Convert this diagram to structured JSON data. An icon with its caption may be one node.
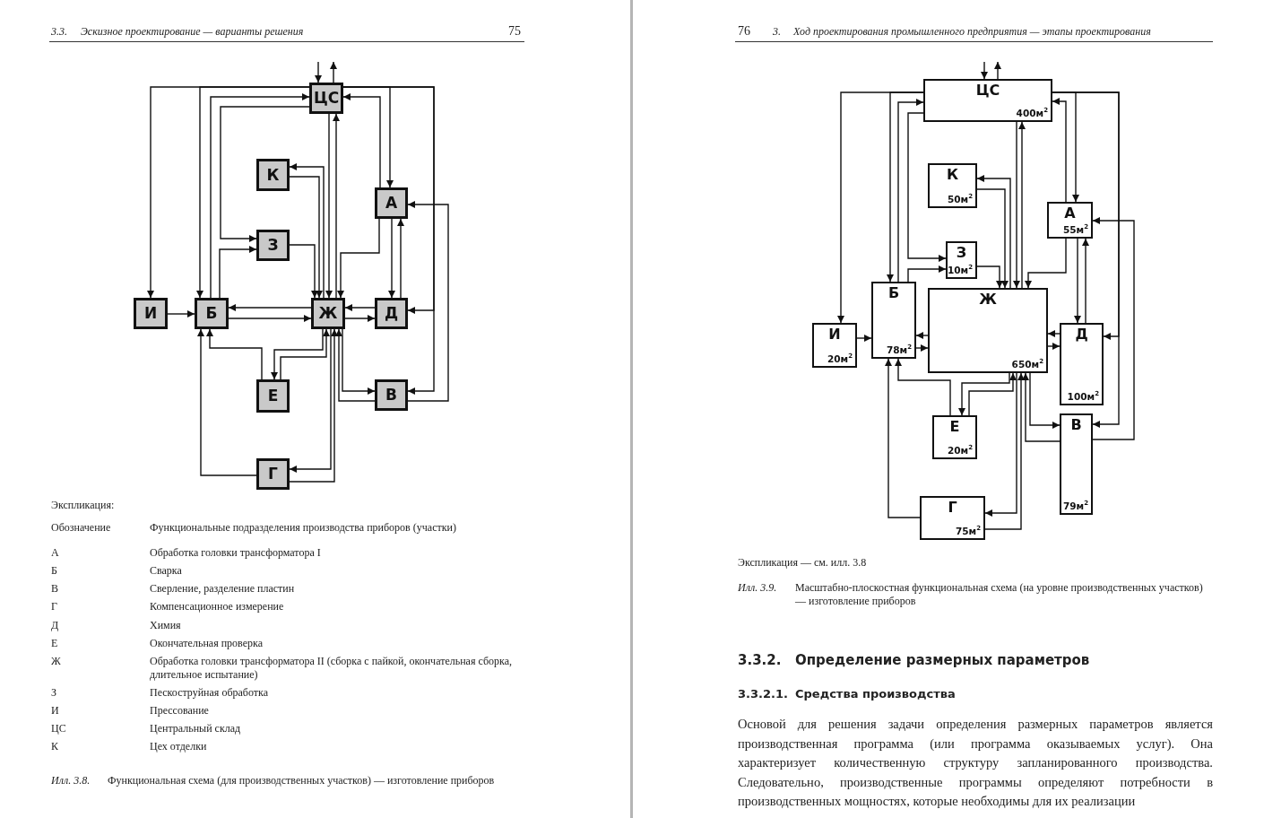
{
  "diagram": {
    "nodes": [
      {
        "text": [
          "ЦС"
        ]
      },
      {
        "text": [
          "К"
        ]
      },
      {
        "text": [
          "А"
        ]
      },
      {
        "text": [
          "З"
        ]
      },
      {
        "text": [
          "И"
        ]
      },
      {
        "text": [
          "Б"
        ]
      },
      {
        "text": [
          "Ж"
        ]
      },
      {
        "text": [
          "Д"
        ]
      },
      {
        "text": [
          "Е"
        ]
      },
      {
        "text": [
          "В"
        ]
      },
      {
        "text": [
          "Г"
        ]
      },
      {
        "text": [
          "ЦС",
          "400м$^{2}$"
        ]
      },
      {
        "text": [
          "К",
          "50м$^{2}$"
        ]
      },
      {
        "text": [
          "А",
          "55м$^{2}$"
        ]
      },
      {
        "text": [
          "З",
          "10м$^{2}$"
        ]
      },
      {
        "text": [
          "И",
          "20м$^{2}$"
        ]
      },
      {
        "text": [
          "Б",
          "78м$^{2}$"
        ]
      },
      {
        "text": [
          "Ж",
          "650м$^{2}$"
        ]
      },
      {
        "text": [
          "Д",
          "100м$^{2}$"
        ]
      },
      {
        "text": [
          "Е",
          "20м$^{2}$"
        ]
      },
      {
        "text": [
          "В",
          "79м$^{2}$"
        ]
      },
      {
        "text": [
          "Г",
          "75м$^{2}$"
        ]
      }
    ],
    "edges": [
      {
        "from": 0,
        "to": 4,
        "arrow": "to"
      },
      {
        "from": 0,
        "to": 5,
        "arrow": "to"
      },
      {
        "from": 5,
        "to": 0,
        "arrow": "to"
      },
      {
        "from": 0,
        "to": 3,
        "arrow": "to"
      },
      {
        "from": 5,
        "to": 3,
        "arrow": "to"
      },
      {
        "from": 6,
        "to": 1,
        "arrow": "to"
      },
      {
        "from": 1,
        "to": 6,
        "arrow": "to"
      },
      {
        "from": 3,
        "to": 6,
        "arrow": "to"
      },
      {
        "from": 0,
        "to": 6,
        "arrow": "to"
      },
      {
        "from": 6,
        "to": 0,
        "arrow": "to"
      },
      {
        "from": 0,
        "to": 2,
        "arrow": "to"
      },
      {
        "from": 2,
        "to": 0,
        "arrow": "to"
      },
      {
        "from": 2,
        "to": 6,
        "arrow": "to"
      },
      {
        "from": 2,
        "to": 7,
        "arrow": "to"
      },
      {
        "from": 7,
        "to": 2,
        "arrow": "to"
      },
      {
        "from": 0,
        "to": 7,
        "arrow": "to"
      },
      {
        "from": 0,
        "to": 9,
        "arrow": "to"
      },
      {
        "from": 9,
        "to": 2,
        "arrow": "to"
      },
      {
        "from": 4,
        "to": 5,
        "arrow": "to"
      },
      {
        "from": 6,
        "to": 5,
        "arrow": "to"
      },
      {
        "from": 5,
        "to": 6,
        "arrow": "to"
      },
      {
        "from": 7,
        "to": 6,
        "arrow": "to"
      },
      {
        "from": 6,
        "to": 7,
        "arrow": "to"
      },
      {
        "from": 8,
        "to": 5,
        "arrow": "to"
      },
      {
        "from": 6,
        "to": 8,
        "arrow": "to"
      },
      {
        "from": 8,
        "to": 6,
        "arrow": "to"
      },
      {
        "from": 6,
        "to": 9,
        "arrow": "to"
      },
      {
        "from": 9,
        "to": 6,
        "arrow": "to"
      },
      {
        "from": 6,
        "to": 10,
        "arrow": "to"
      },
      {
        "from": 10,
        "to": 6,
        "arrow": "to"
      },
      {
        "from": 10,
        "to": 5,
        "arrow": "to"
      },
      {
        "from": null,
        "to": 0,
        "arrow": "to"
      },
      {
        "from": 0,
        "to": null,
        "arrow": "to"
      },
      {
        "from": 11,
        "to": 15,
        "arrow": "to"
      },
      {
        "from": 11,
        "to": 16,
        "arrow": "to"
      },
      {
        "from": 16,
        "to": 11,
        "arrow": "to"
      },
      {
        "from": 11,
        "to": 14,
        "arrow": "to"
      },
      {
        "from": 16,
        "to": 14,
        "arrow": "to"
      },
      {
        "from": 17,
        "to": 12,
        "arrow": "to"
      },
      {
        "from": 12,
        "to": 17,
        "arrow": "to"
      },
      {
        "from": 14,
        "to": 17,
        "arrow": "to"
      },
      {
        "from": 11,
        "to": 17,
        "arrow": "to"
      },
      {
        "from": 17,
        "to": 11,
        "arrow": "to"
      },
      {
        "from": 11,
        "to": 13,
        "arrow": "to"
      },
      {
        "from": 13,
        "to": 11,
        "arrow": "to"
      },
      {
        "from": 13,
        "to": 17,
        "arrow": "to"
      },
      {
        "from": 13,
        "to": 18,
        "arrow": "to"
      },
      {
        "from": 18,
        "to": 13,
        "arrow": "to"
      },
      {
        "from": 11,
        "to": 18,
        "arrow": "to"
      },
      {
        "from": 11,
        "to": 20,
        "arrow": "to"
      },
      {
        "from": 20,
        "to": 13,
        "arrow": "to"
      },
      {
        "from": 15,
        "to": 16,
        "arrow": "to"
      },
      {
        "from": 17,
        "to": 16,
        "arrow": "to"
      },
      {
        "from": 16,
        "to": 17,
        "arrow": "to"
      },
      {
        "from": 18,
        "to": 17,
        "arrow": "to"
      },
      {
        "from": 17,
        "to": 18,
        "arrow": "to"
      },
      {
        "from": 19,
        "to": 16,
        "arrow": "to"
      },
      {
        "from": 17,
        "to": 19,
        "arrow": "to"
      },
      {
        "from": 19,
        "to": 17,
        "arrow": "to"
      },
      {
        "from": 17,
        "to": 20,
        "arrow": "to"
      },
      {
        "from": 20,
        "to": 17,
        "arrow": "to"
      },
      {
        "from": 17,
        "to": 21,
        "arrow": "to"
      },
      {
        "from": 21,
        "to": 17,
        "arrow": "to"
      },
      {
        "from": 21,
        "to": 16,
        "arrow": "to"
      },
      {
        "from": null,
        "to": 11,
        "arrow": "to"
      },
      {
        "from": 11,
        "to": null,
        "arrow": "to"
      }
    ],
    "labels": [
      "3.3.",
      "Эскизное проектирование — варианты решения",
      "75",
      "76",
      "3.",
      "Ход проектирования промышленного предприятия — этапы проектирования",
      "Экспликация:",
      "Обозначение",
      "Функциональные подразделения производства приборов (участки)",
      "А",
      "Обработка головки трансформатора I",
      "Б",
      "Сварка",
      "В",
      "Сверление, разделение пластин",
      "Г",
      "Компенсационное измерение",
      "Д",
      "Химия",
      "Е",
      "Окончательная проверка",
      "Ж",
      "Обработка головки трансформатора II (сборка с пайкой, окончательная сборка, длительное испытание)",
      "З",
      "Пескоструйная обработка",
      "И",
      "Прессование",
      "ЦС",
      "Центральный склад",
      "К",
      "Цех отделки",
      "Илл. 3.8.",
      "Функциональная схема (для производственных участков) — изготовление приборов",
      "Экспликация — см. илл. 3.8",
      "Илл. 3.9.",
      "Масштабно-плоскостная функциональная схема (на уровне производственных участков) — изготовление приборов",
      "3.3.2.",
      "Определение размерных параметров",
      "3.3.2.1.",
      "Средства производства",
      "Основой для решения задачи определения размерных параметров является производственная программа (или программа оказываемых услуг). Она характеризует количественную структуру запланированного производства. Следовательно, производственные программы определяют потребности в производственных мощностях, которые необходимы для их реализации"
    ]
  }
}
